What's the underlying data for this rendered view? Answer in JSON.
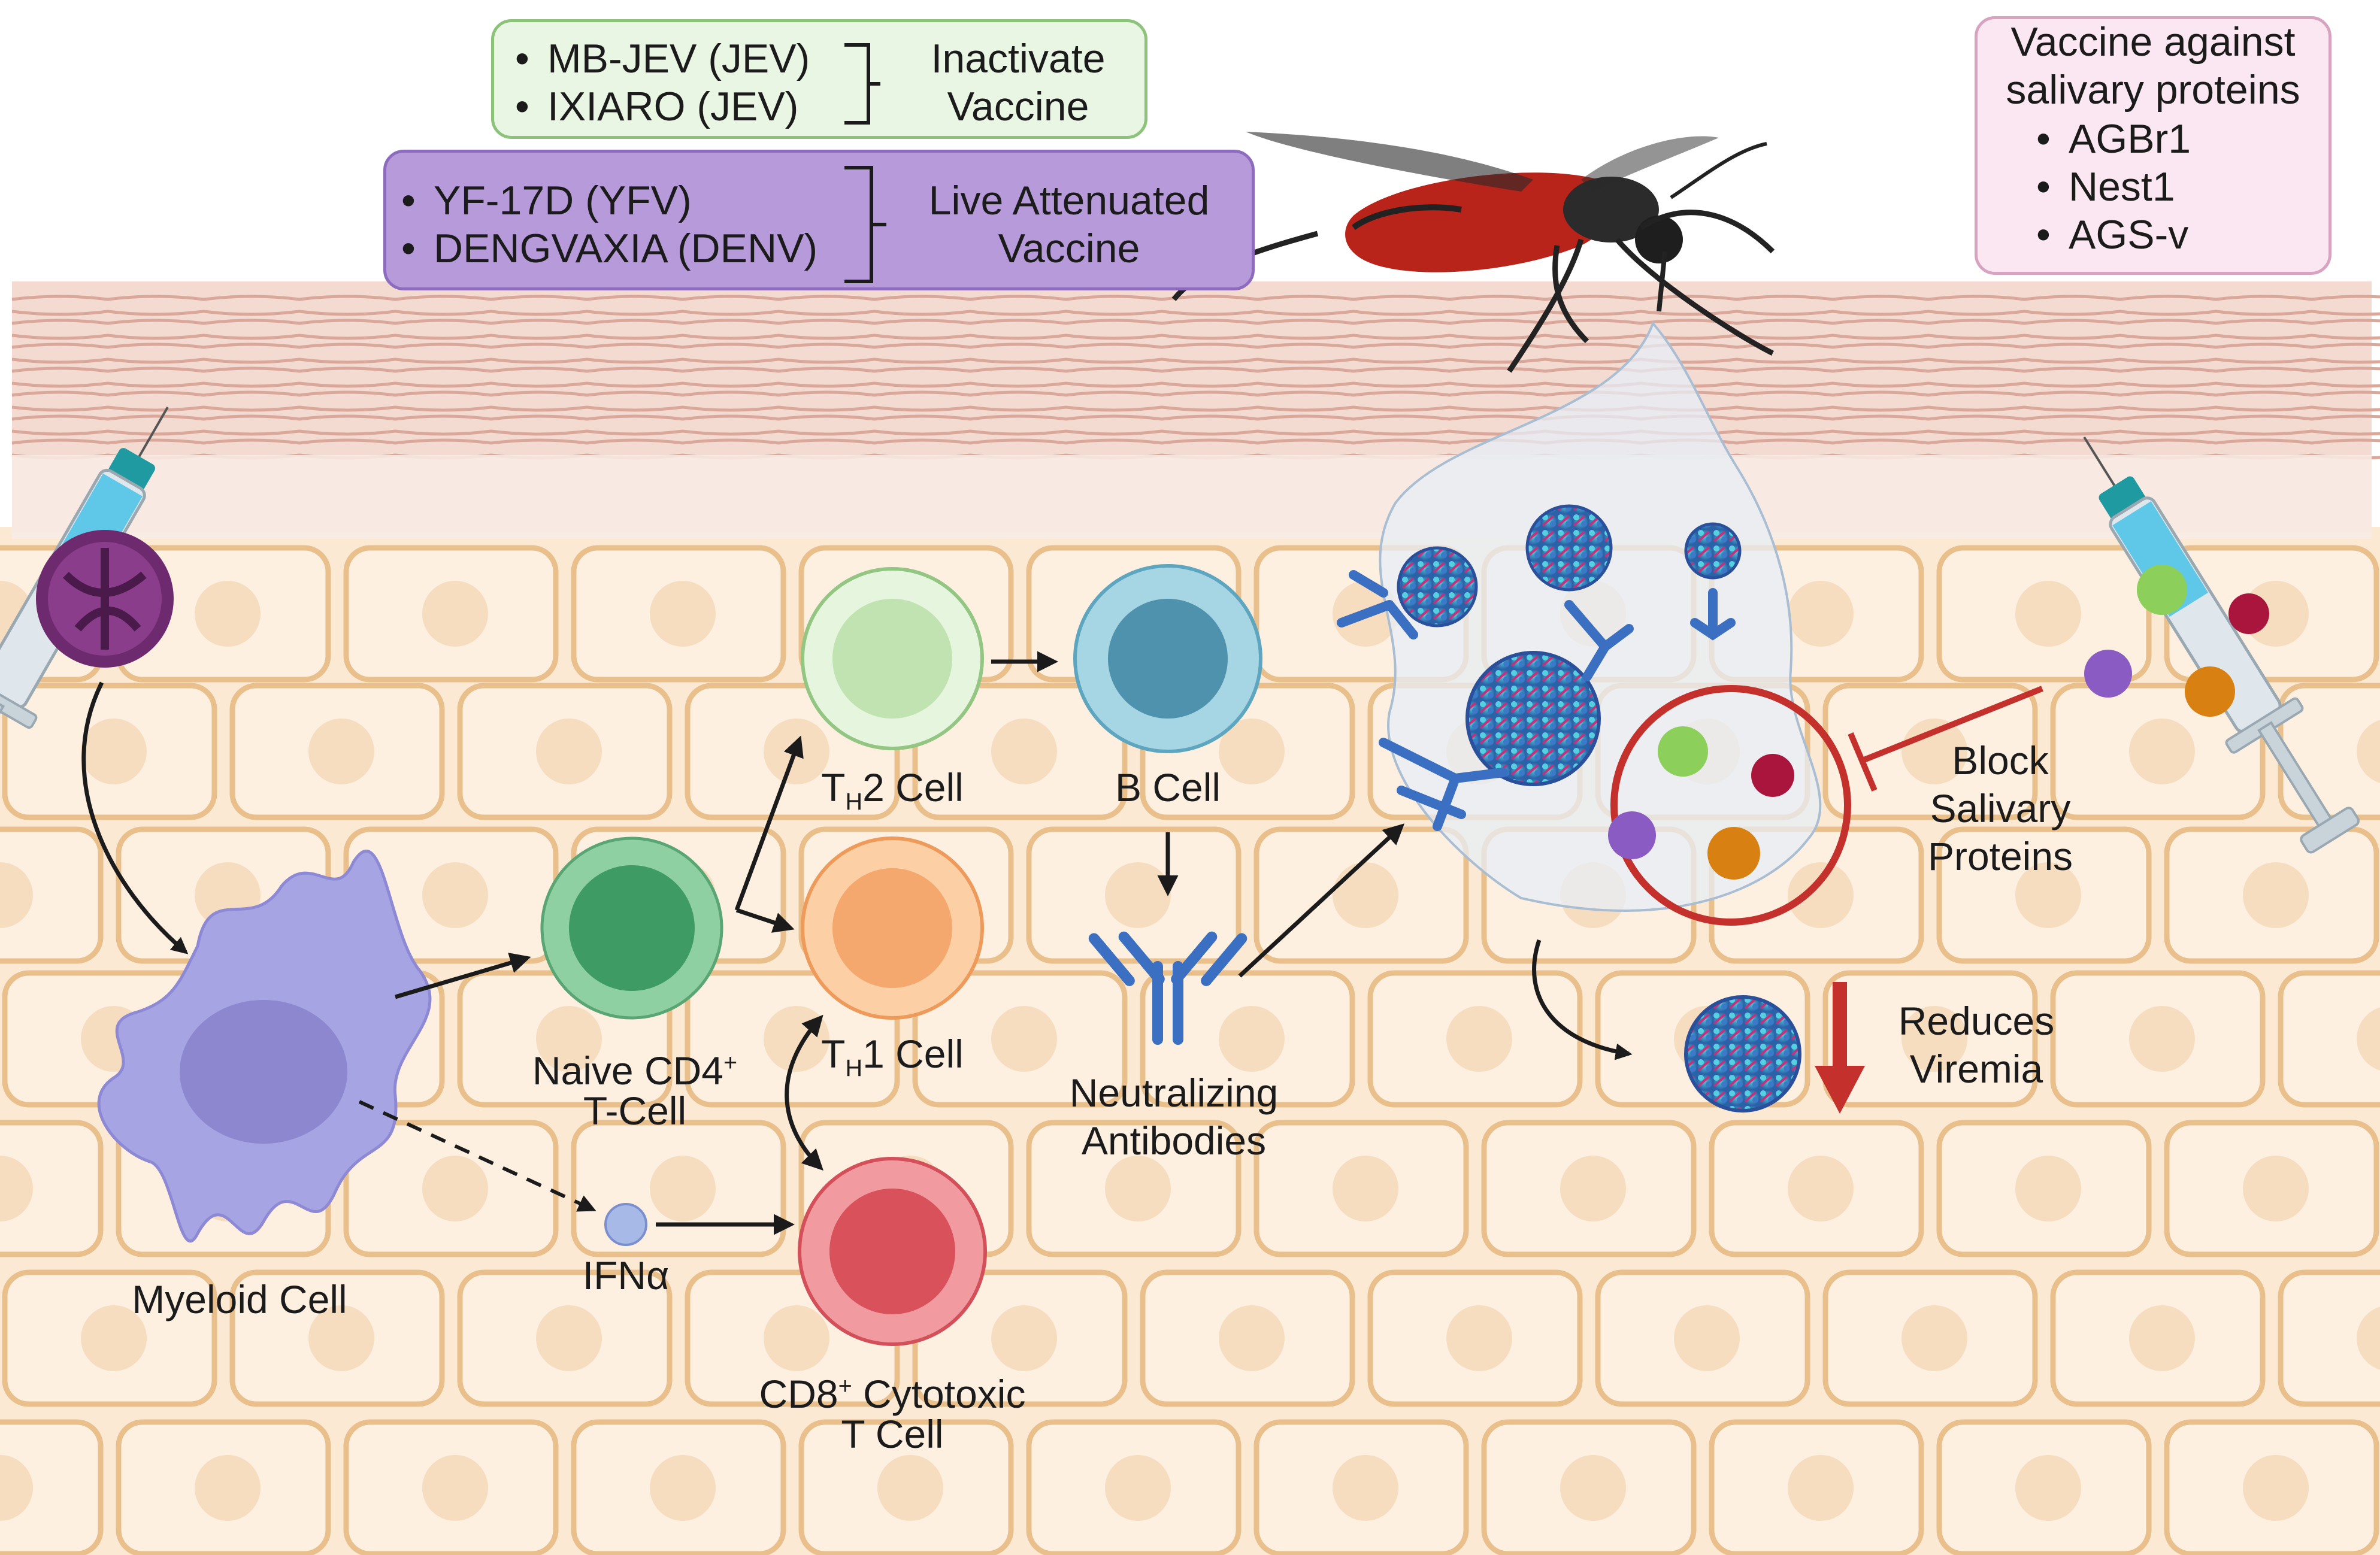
{
  "inactivated_box": {
    "items": [
      "MB-JEV (JEV)",
      "IXIARO (JEV)"
    ],
    "label_line1": "Inactivate",
    "label_line2": "Vaccine"
  },
  "live_box": {
    "items": [
      "YF-17D (YFV)",
      "DENGVAXIA (DENV)"
    ],
    "label_line1": "Live Attenuated",
    "label_line2": "Vaccine"
  },
  "salivary_box": {
    "title_line1": "Vaccine against",
    "title_line2": "salivary proteins",
    "items": [
      "AGBr1",
      "Nest1",
      "AGS-v"
    ]
  },
  "cells": {
    "myeloid": "Myeloid Cell",
    "naive_line1": "Naive CD4",
    "naive_sup": "+",
    "naive_line2": "T-Cell",
    "th2_t": "T",
    "th2_sub": "H",
    "th2_rest": "2 Cell",
    "th1_t": "T",
    "th1_sub": "H",
    "th1_rest": "1 Cell",
    "b_cell": "B Cell",
    "cd8_line1_a": "CD8",
    "cd8_sup": "+",
    "cd8_line1_b": " Cytotoxic",
    "cd8_line2": "T Cell",
    "ifn": "IFNα",
    "antibodies_line1": "Neutralizing",
    "antibodies_line2": "Antibodies"
  },
  "annotations": {
    "block_line1": "Block",
    "block_line2": "Salivary",
    "block_line3": "Proteins",
    "reduce_line1": "Reduces",
    "reduce_line2": "Viremia"
  },
  "colors": {
    "tissue": "#fbe9d4",
    "cell_border": "#e9bf8b",
    "skin": "#f5ddd3",
    "th2": "#d9efcf",
    "naive": "#6fbc88",
    "th1": "#f9b680",
    "b_cell": "#8ec9d8",
    "cd8": "#e8737b",
    "myeloid": "#a7a4e4",
    "antibody": "#3a6fc2",
    "inhibit_red": "#c4302b"
  }
}
